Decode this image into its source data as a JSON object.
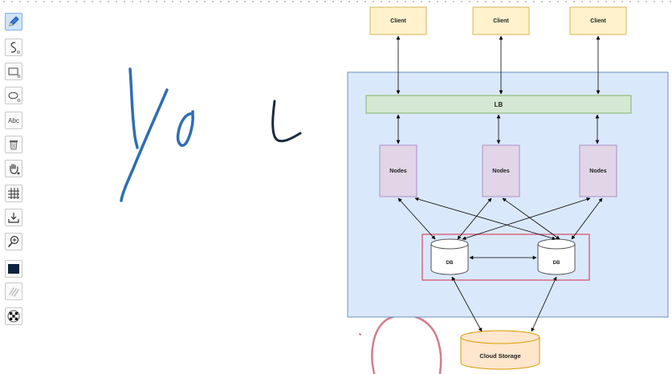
{
  "toolbar": {
    "tools": [
      {
        "name": "pencil-tool",
        "icon": "pencil-icon",
        "active": true
      },
      {
        "name": "line-tool",
        "icon": "line-icon"
      },
      {
        "name": "rectangle-tool",
        "icon": "rectangle-icon"
      },
      {
        "name": "ellipse-tool",
        "icon": "ellipse-icon"
      },
      {
        "name": "text-tool",
        "icon": "text-icon",
        "label": "Abc"
      },
      {
        "name": "eraser-tool",
        "icon": "trash-icon"
      },
      {
        "name": "pan-tool",
        "icon": "hand-icon"
      },
      {
        "name": "grid-tool",
        "icon": "grid-icon"
      },
      {
        "name": "download-tool",
        "icon": "download-icon"
      },
      {
        "name": "zoom-tool",
        "icon": "zoom-in-icon"
      },
      {
        "name": "color-tool",
        "icon": "color-swatch-icon"
      },
      {
        "name": "stroke-width-tool",
        "icon": "brush-stroke-icon"
      },
      {
        "name": "pattern-tool",
        "icon": "checker-pattern-icon"
      }
    ],
    "selected_color": "#0d2340"
  },
  "diagram": {
    "clients": [
      "Client",
      "Client",
      "Client"
    ],
    "load_balancer": "LB",
    "nodes": [
      "Nodes",
      "Nodes",
      "Nodes"
    ],
    "databases": [
      "DB",
      "DB"
    ],
    "storage": "Cloud Storage",
    "colors": {
      "client_fill": "#fff2cc",
      "client_stroke": "#d6b656",
      "lb_fill": "#d5e8d4",
      "lb_stroke": "#82b366",
      "node_fill": "#e1d5e7",
      "node_stroke": "#b08fc4",
      "container_fill": "#dae8fc",
      "container_stroke": "#6c8ebf",
      "db_group_stroke": "#d9485f",
      "storage_fill": "#ffe6cc",
      "storage_stroke": "#d79b00"
    }
  },
  "handwriting": {
    "blue_ink": "#2f6db5",
    "dark_ink": "#1a2a3f",
    "pink_ink": "#d47b8c"
  }
}
